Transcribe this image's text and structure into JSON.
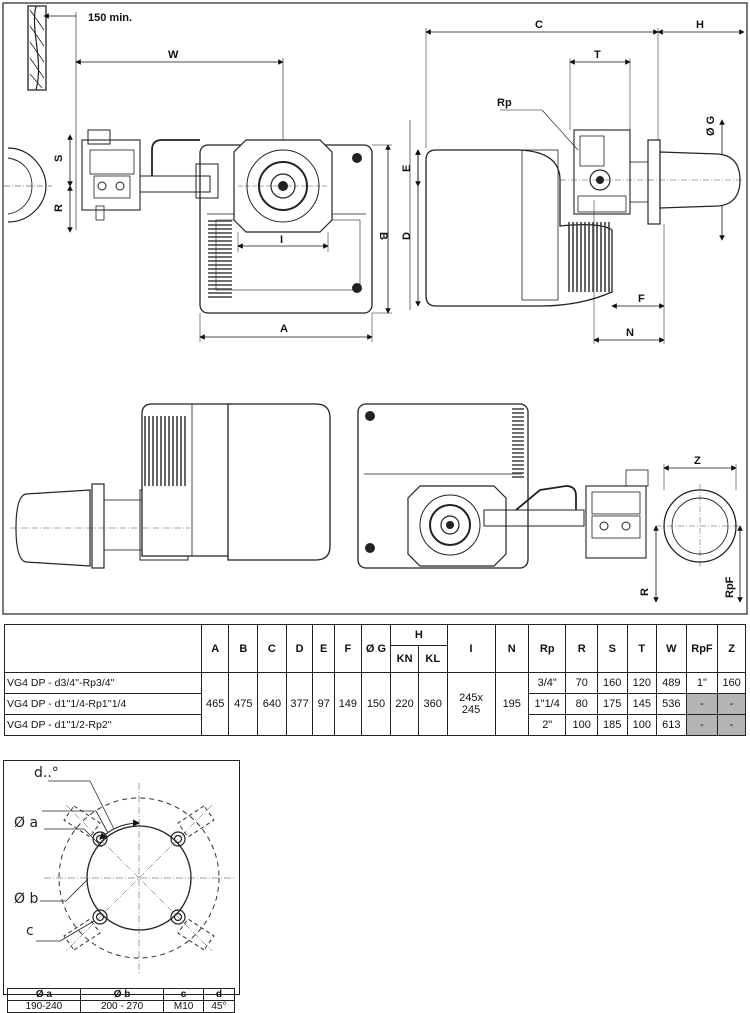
{
  "drawing_labels": {
    "min_clearance": "150 min.",
    "W": "W",
    "S": "S",
    "R": "R",
    "I": "I",
    "B": "B",
    "A": "A",
    "C": "C",
    "H": "H",
    "T": "T",
    "Rp": "Rp",
    "G": "Ø G",
    "E": "E",
    "D": "D",
    "F": "F",
    "N": "N",
    "Z": "Z",
    "R2": "R",
    "RpF": "RpF"
  },
  "dim_table": {
    "header_top": [
      "A",
      "B",
      "C",
      "D",
      "E",
      "F",
      "Ø G",
      "H",
      "I",
      "N",
      "Rp",
      "R",
      "S",
      "T",
      "W",
      "RpF",
      "Z"
    ],
    "header_sub": [
      "KN",
      "KL"
    ],
    "shared": {
      "A": "465",
      "B": "475",
      "C": "640",
      "D": "377",
      "E": "97",
      "F": "149",
      "G": "150",
      "KN": "220",
      "KL": "360",
      "I": "245x\n245",
      "N": "195"
    },
    "rows": [
      {
        "model": "VG4 DP - d3/4''-Rp3/4''",
        "Rp": "3/4\"",
        "R": "70",
        "S": "160",
        "T": "120",
        "W": "489",
        "RpF": "1\"",
        "Z": "160"
      },
      {
        "model": "VG4 DP - d1''1/4-Rp1''1/4",
        "Rp": "1\"1/4",
        "R": "80",
        "S": "175",
        "T": "145",
        "W": "536",
        "RpF": "-",
        "Z": "-"
      },
      {
        "model": "VG4 DP - d1''1/2-Rp2''",
        "Rp": "2\"",
        "R": "100",
        "S": "185",
        "T": "100",
        "W": "613",
        "RpF": "-",
        "Z": "-"
      }
    ]
  },
  "flange": {
    "labels": {
      "d": "d..°",
      "a": "Ø a",
      "b": "Ø b",
      "c": "c"
    },
    "headers": [
      "Ø a",
      "Ø b",
      "c",
      "d"
    ],
    "values": [
      "190-240",
      "200 - 270",
      "M10",
      "45°"
    ]
  }
}
